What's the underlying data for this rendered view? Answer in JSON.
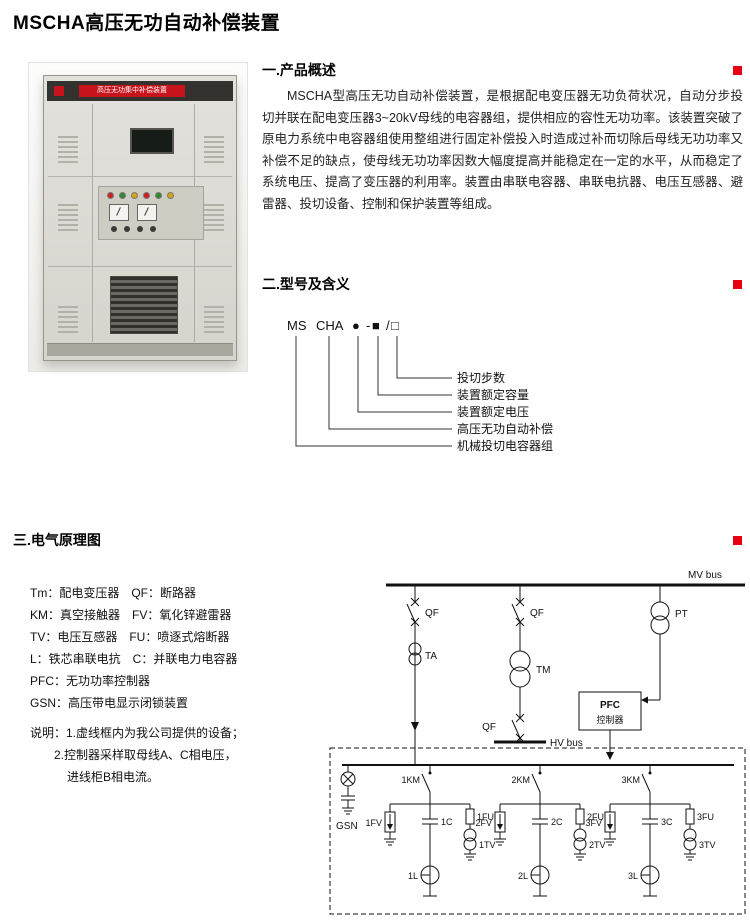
{
  "page": {
    "title": "MSCHA高压无功自动补偿装置"
  },
  "colors": {
    "accent_red": "#e60012",
    "plate_red": "#c8151d"
  },
  "cabinet": {
    "nameplate": "高压无功集中补偿装置"
  },
  "sections": {
    "overview": {
      "heading": "一.产品概述",
      "body": "MSCHA型高压无功自动补偿装置，是根据配电变压器无功负荷状况，自动分步投切并联在配电变压器3~20kV母线的电容器组，提供相应的容性无功功率。该装置突破了原电力系统中电容器组使用整组进行固定补偿投入时造成过补而切除后母线无功功率又补偿不足的缺点，使母线无功功率因数大幅度提高并能稳定在一定的水平，从而稳定了系统电压、提高了变压器的利用率。装置由串联电容器、串联电抗器、电压互感器、避雷器、投切设备、控制和保护装置等组成。"
    },
    "model": {
      "heading": "二.型号及含义",
      "parts": [
        "MS",
        "CHA",
        "●",
        "-",
        "■",
        "/",
        "□"
      ],
      "labels": [
        "投切步数",
        "装置额定容量",
        "装置额定电压",
        "高压无功自动补偿",
        "机械投切电容器组"
      ]
    },
    "schematic": {
      "heading": "三.电气原理图",
      "legend": [
        "Tm：配电变压器　QF：断路器",
        "KM：真空接触器　FV：氧化锌避雷器",
        "TV：电压互感器　FU：喷逐式熔断器",
        "L：铁芯串联电抗　C：并联电力电容器",
        "PFC：无功功率控制器",
        "GSN：高压带电显示闭锁装置"
      ],
      "notes": [
        "说明：1.虚线框内为我公司提供的设备；",
        "2.控制器采样取母线A、C相电压，",
        "进线柜B相电流。"
      ]
    }
  },
  "diagram": {
    "mv_bus": "MV bus",
    "hv_bus": "HV bus",
    "qf_top": "QF",
    "ta": "TA",
    "qf_mid": "QF",
    "tm": "TM",
    "qf_low": "QF",
    "pt": "PT",
    "pfc_title": "PFC",
    "pfc_sub": "控制器",
    "gsn": "GSN",
    "branches": [
      {
        "km": "1KM",
        "fv": "1FV",
        "fu": "1FU",
        "tv": "1TV",
        "c": "1C",
        "l": "1L"
      },
      {
        "km": "2KM",
        "fv": "2FV",
        "fu": "2FU",
        "tv": "2TV",
        "c": "2C",
        "l": "2L"
      },
      {
        "km": "3KM",
        "fv": "3FV",
        "fu": "3FU",
        "tv": "3TV",
        "c": "3C",
        "l": "3L"
      }
    ]
  }
}
